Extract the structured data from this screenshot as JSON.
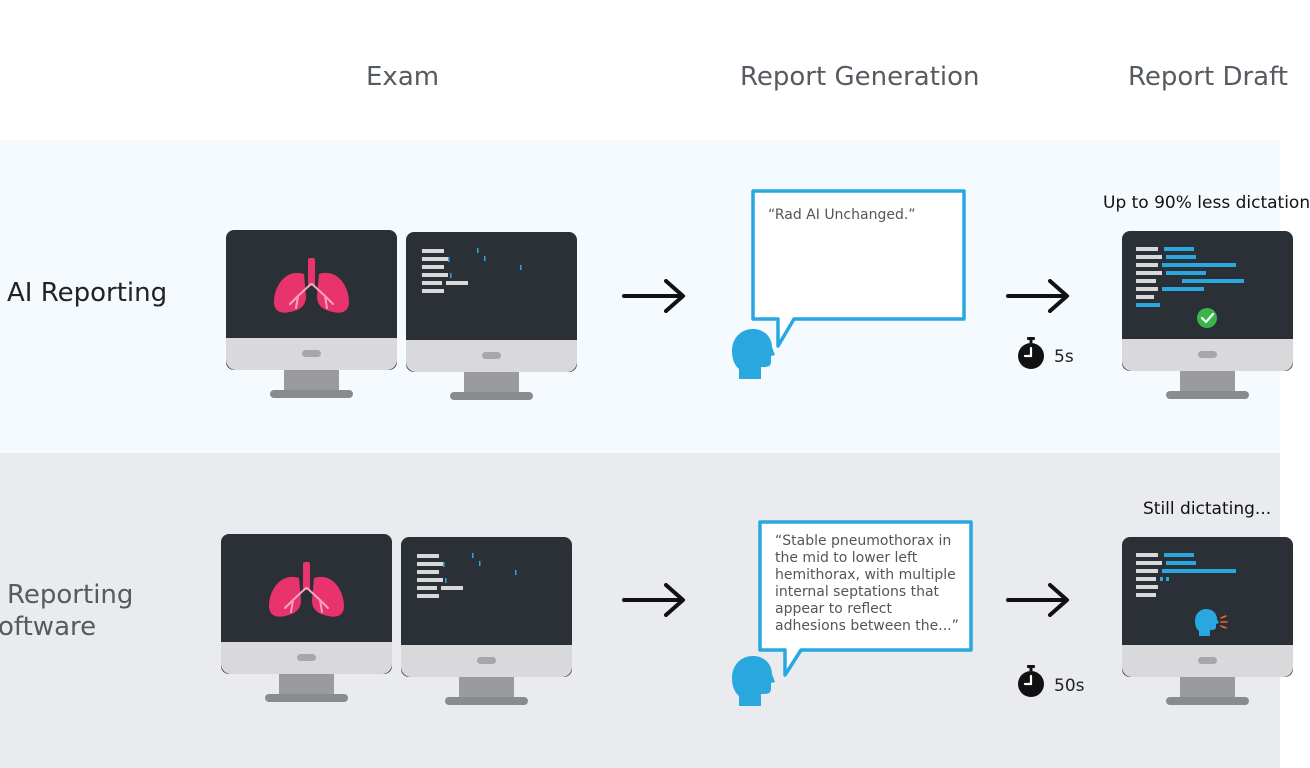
{
  "columns": {
    "exam": "Exam",
    "generation": "Report Generation",
    "draft": "Report Draft"
  },
  "rows": {
    "ai": {
      "label": "AI Reporting",
      "quote": "“Rad AI Unchanged.”",
      "time": "5s",
      "draft_caption": "Up to 90% less dictation"
    },
    "traditional": {
      "label_line1": "Reporting",
      "label_line2": "oftware",
      "quote": "“Stable pneumothorax in the mid to lower left hemithorax, with multiple internal septations that appear to reflect adhesions between the...”",
      "time": "50s",
      "draft_caption": "Still dictating..."
    }
  },
  "icons": {
    "lungs": "lungs-icon",
    "head": "speaking-head-icon",
    "timer": "stopwatch-icon",
    "check": "check-circle-icon",
    "arrow": "right-arrow-icon"
  },
  "colors": {
    "accent": "#29a8e0",
    "lungs": "#e8336d",
    "screen": "#2b2f36",
    "check": "#39b54a",
    "ai_band": "#f4fafd",
    "traditional_band": "#e9ebee"
  }
}
